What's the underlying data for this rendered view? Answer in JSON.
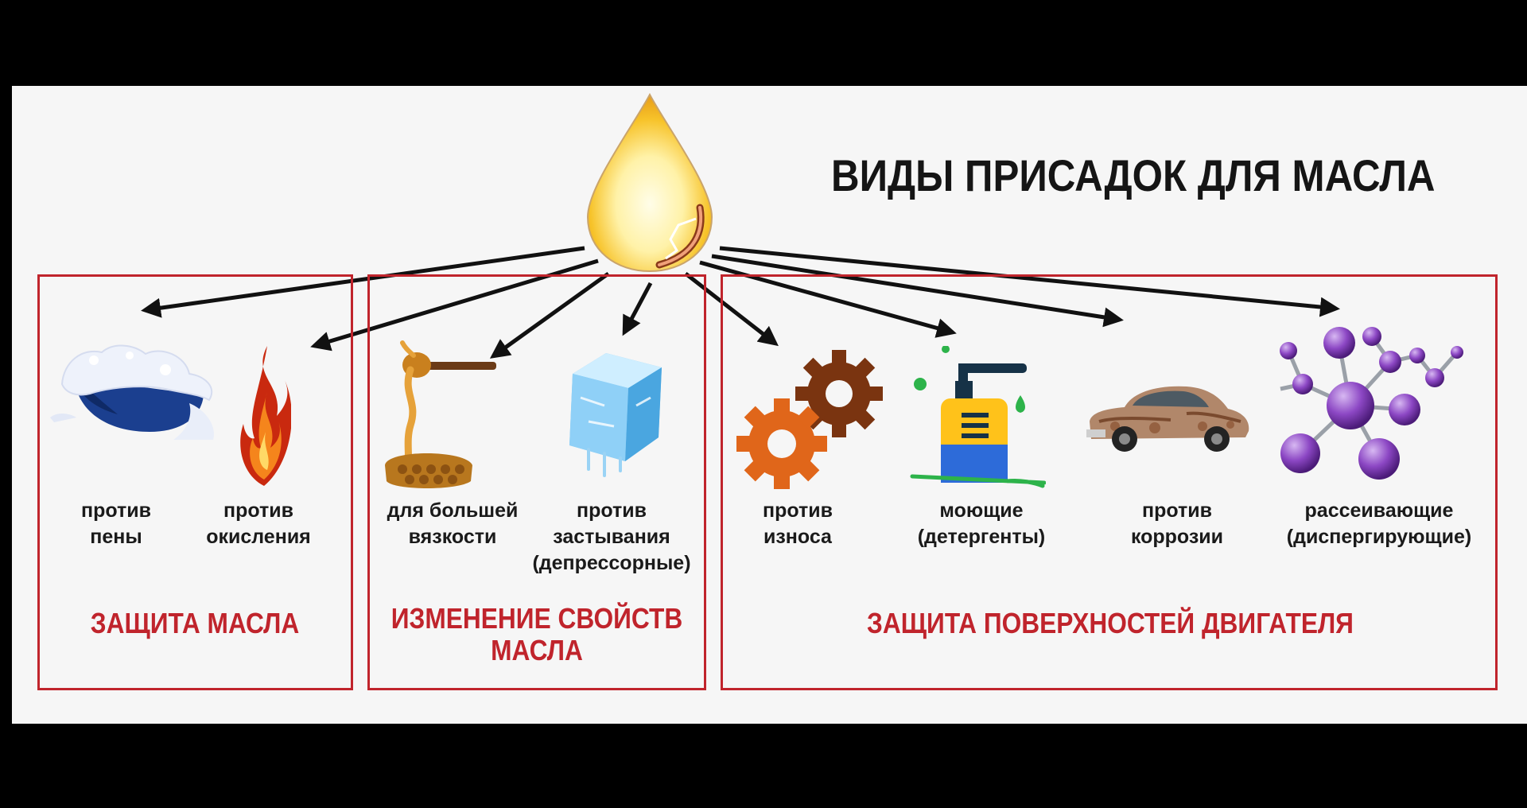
{
  "title": "ВИДЫ ПРИСАДОК ДЛЯ МАСЛА",
  "colors": {
    "frame": "#c0242c",
    "group_text": "#c0242c",
    "arrow": "#111111",
    "background": "#f6f6f6"
  },
  "groups": [
    {
      "label": "ЗАЩИТА МАСЛА"
    },
    {
      "label": "ИЗМЕНЕНИЕ СВОЙСТВ\nМАСЛА"
    },
    {
      "label": "ЗАЩИТА ПОВЕРХНОСТЕЙ ДВИГАТЕЛЯ"
    }
  ],
  "items": [
    {
      "label": "против\nпены",
      "icon": "foam-bowl-icon"
    },
    {
      "label": "против\nокисления",
      "icon": "flame-icon"
    },
    {
      "label": "для большей\nвязкости",
      "icon": "honey-dipper-icon"
    },
    {
      "label": "против\nзастывания\n(депрессорные)",
      "icon": "ice-cube-icon"
    },
    {
      "label": "против\nизноса",
      "icon": "gears-icon"
    },
    {
      "label": "моющие\n(детергенты)",
      "icon": "soap-dispenser-icon"
    },
    {
      "label": "против\nкоррозии",
      "icon": "rusty-car-icon"
    },
    {
      "label": "рассеивающие\n(диспергирующие)",
      "icon": "molecule-icon"
    }
  ]
}
